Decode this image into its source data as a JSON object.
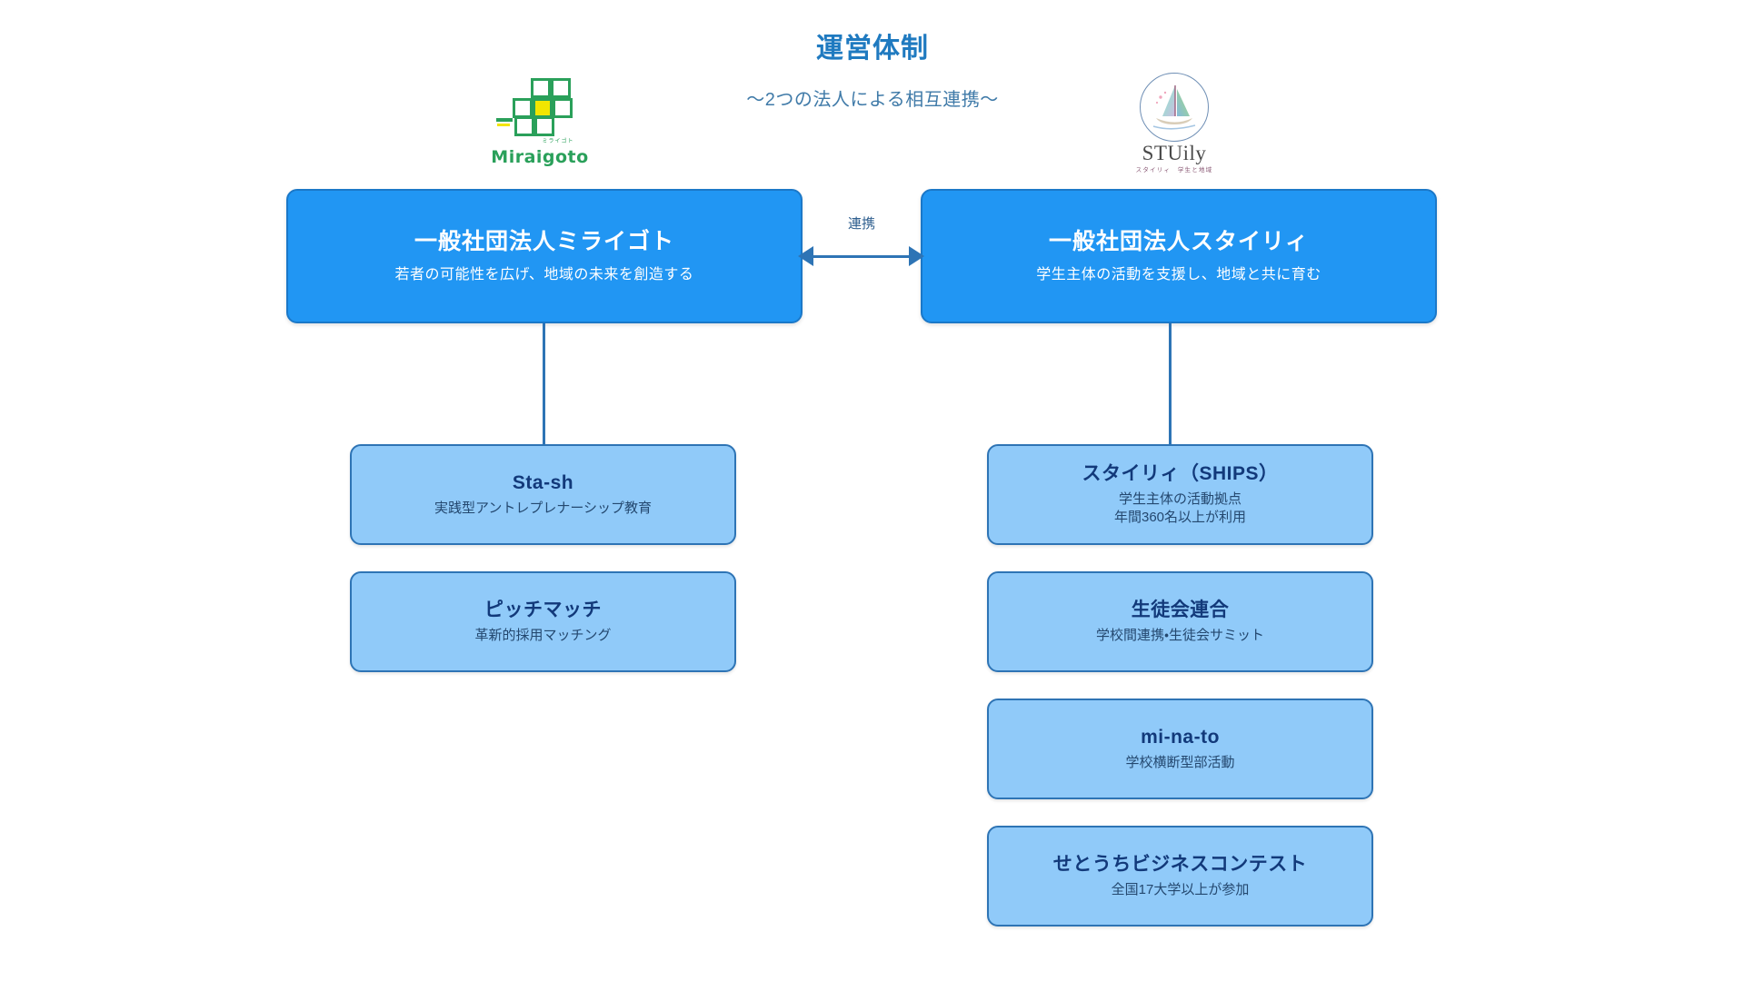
{
  "header": {
    "title": "運営体制",
    "subtitle": "〜2つの法人による相互連携〜"
  },
  "logos": {
    "left": {
      "name": "miraigoto-logo",
      "wordmark": "Miraigoto",
      "tagline": "ミライゴト",
      "colors": {
        "grid": "#2aa05a",
        "accent": "#f2e600"
      }
    },
    "right": {
      "name": "stuily-logo",
      "wordmark": "STUily",
      "tagline": "スタイリィ　学生と地域",
      "colors": {
        "circle": "#6f8fb5",
        "word": "#4a4a4a"
      }
    }
  },
  "connection": {
    "label": "連携",
    "type": "bidirectional-arrow",
    "color": "#2e74b5"
  },
  "organizations": [
    {
      "id": "miraigoto",
      "title": "一般社団法人ミライゴト",
      "subtitle": "若者の可能性を広げ、地域の未来を創造する",
      "color": "#2196f3"
    },
    {
      "id": "stuily",
      "title": "一般社団法人スタイリィ",
      "subtitle": "学生主体の活動を支援し、地域と共に育む",
      "color": "#2196f3"
    }
  ],
  "programs": {
    "left": [
      {
        "title": "Sta-sh",
        "subtitle_lines": [
          "実践型アントレプレナーシップ教育"
        ]
      },
      {
        "title": "ピッチマッチ",
        "subtitle_lines": [
          "革新的採用マッチング"
        ]
      }
    ],
    "right": [
      {
        "title": "スタイリィ（SHIPS）",
        "subtitle_lines": [
          "学生主体の活動拠点",
          "年間360名以上が利用"
        ]
      },
      {
        "title": "生徒会連合",
        "subtitle_lines": [
          "学校間連携・生徒会サミット"
        ]
      },
      {
        "title": "mi-na-to",
        "subtitle_lines": [
          "学校横断型部活動"
        ]
      },
      {
        "title": "せとうちビジネスコンテスト",
        "subtitle_lines": [
          "全国17大学以上が参加"
        ]
      }
    ]
  },
  "theme": {
    "background": "#ffffff",
    "primary": "#2196f3",
    "card": "#90caf9",
    "line": "#2e74b5",
    "title": "#1f7ac0",
    "subtitle": "#3f7aa8"
  }
}
